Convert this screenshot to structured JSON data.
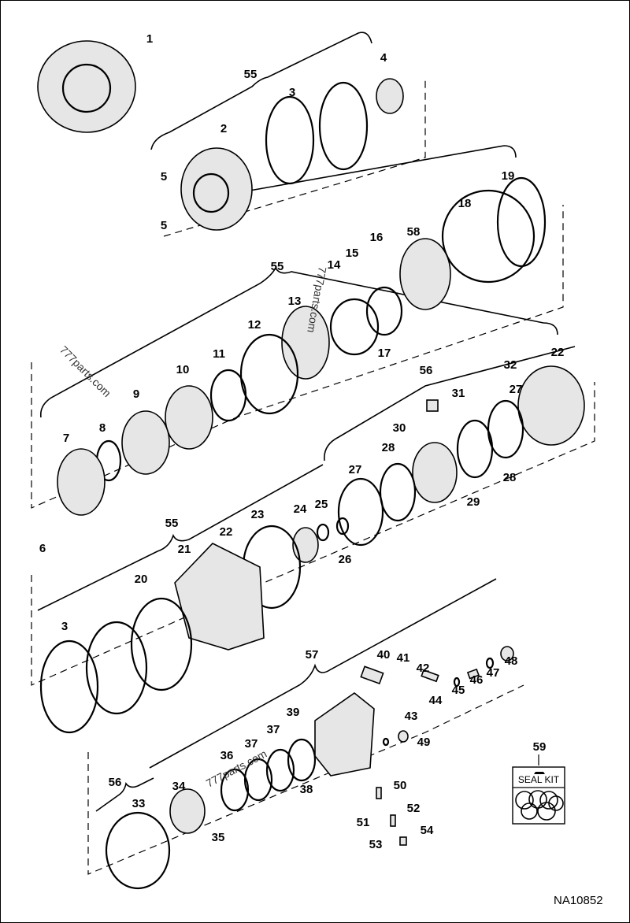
{
  "diagram": {
    "drawing_number": "NA10852",
    "seal_kit_label": "SEAL KIT",
    "watermark": "777parts.com",
    "callouts": [
      "1",
      "55",
      "4",
      "3",
      "2",
      "5",
      "5",
      "19",
      "18",
      "58",
      "16",
      "15",
      "14",
      "13",
      "55",
      "12",
      "11",
      "10",
      "17",
      "9",
      "8",
      "7",
      "6",
      "22",
      "32",
      "56",
      "31",
      "27",
      "30",
      "28",
      "28",
      "29",
      "27",
      "23",
      "24",
      "25",
      "26",
      "22",
      "55",
      "21",
      "20",
      "3",
      "57",
      "40",
      "41",
      "42",
      "44",
      "45",
      "46",
      "47",
      "48",
      "43",
      "39",
      "49",
      "37",
      "37",
      "36",
      "38",
      "56",
      "34",
      "33",
      "35",
      "50",
      "52",
      "51",
      "54",
      "53",
      "59"
    ]
  }
}
